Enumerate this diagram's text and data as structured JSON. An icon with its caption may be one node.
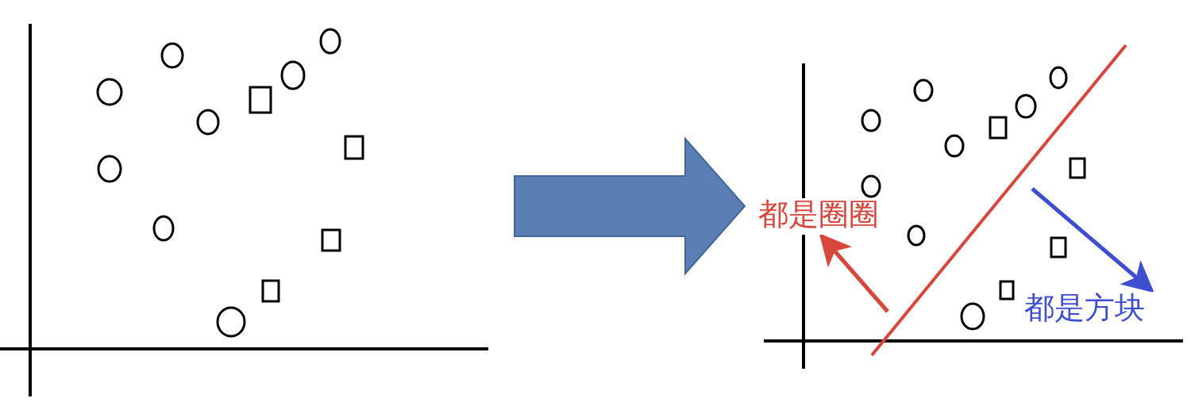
{
  "diagram": {
    "nodes": [
      {
        "text": [],
        "shape": "picture"
      },
      {
        "text": [],
        "shape": "picture"
      },
      {
        "text": [
          "都是圈圈"
        ],
        "in": 1
      },
      {
        "text": [
          "都是方块"
        ],
        "in": 1
      }
    ],
    "edges": [
      {
        "from": 0,
        "to": 1,
        "arrow": "to",
        "style": "thick",
        "color": "#5b7fb5"
      },
      {
        "from": null,
        "to": 2,
        "arrow": "to",
        "color": "#d9463b"
      },
      {
        "from": null,
        "to": 3,
        "arrow": "to",
        "color": "#3d4fd0"
      }
    ]
  }
}
